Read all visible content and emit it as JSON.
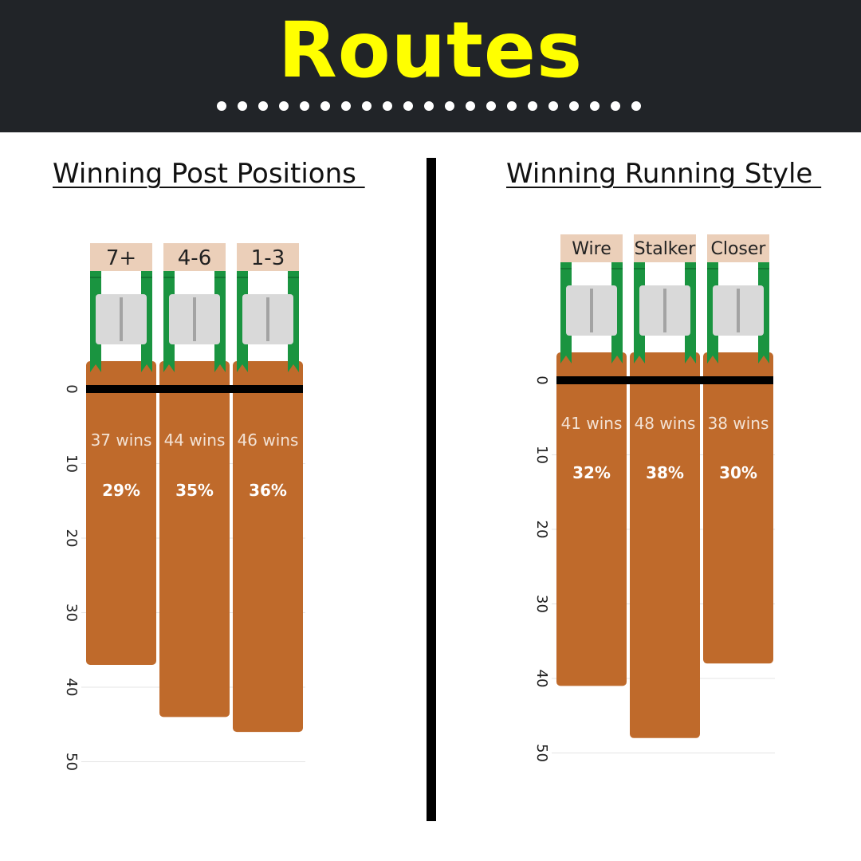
{
  "header": {
    "title": "Routes"
  },
  "colors": {
    "header_bg": "#212428",
    "title": "#ffff00",
    "bar": "#bf6a2b",
    "label_bg": "#ebcfb9",
    "gate_green": "#1a9440",
    "gate_panel": "#d9d9d9"
  },
  "chart_data": [
    {
      "type": "bar",
      "title": "Winning Post Positions ",
      "categories": [
        "7+",
        "4-6",
        "1-3"
      ],
      "values": [
        37,
        44,
        46
      ],
      "value_labels": [
        "37 wins",
        "44 wins",
        "46 wins"
      ],
      "percent_labels": [
        "29%",
        "35%",
        "36%"
      ],
      "yticks": [
        "0",
        "10",
        "20",
        "30",
        "40",
        "50"
      ],
      "ylim": [
        0,
        50
      ],
      "grid": true
    },
    {
      "type": "bar",
      "title": "Winning Running Style ",
      "categories": [
        "Wire",
        "Stalker",
        "Closer"
      ],
      "values": [
        41,
        48,
        38
      ],
      "value_labels": [
        "41 wins",
        "48 wins",
        "38 wins"
      ],
      "percent_labels": [
        "32%",
        "38%",
        "30%"
      ],
      "yticks": [
        "0",
        "10",
        "20",
        "30",
        "40",
        "50"
      ],
      "ylim": [
        0,
        50
      ],
      "grid": true
    }
  ]
}
